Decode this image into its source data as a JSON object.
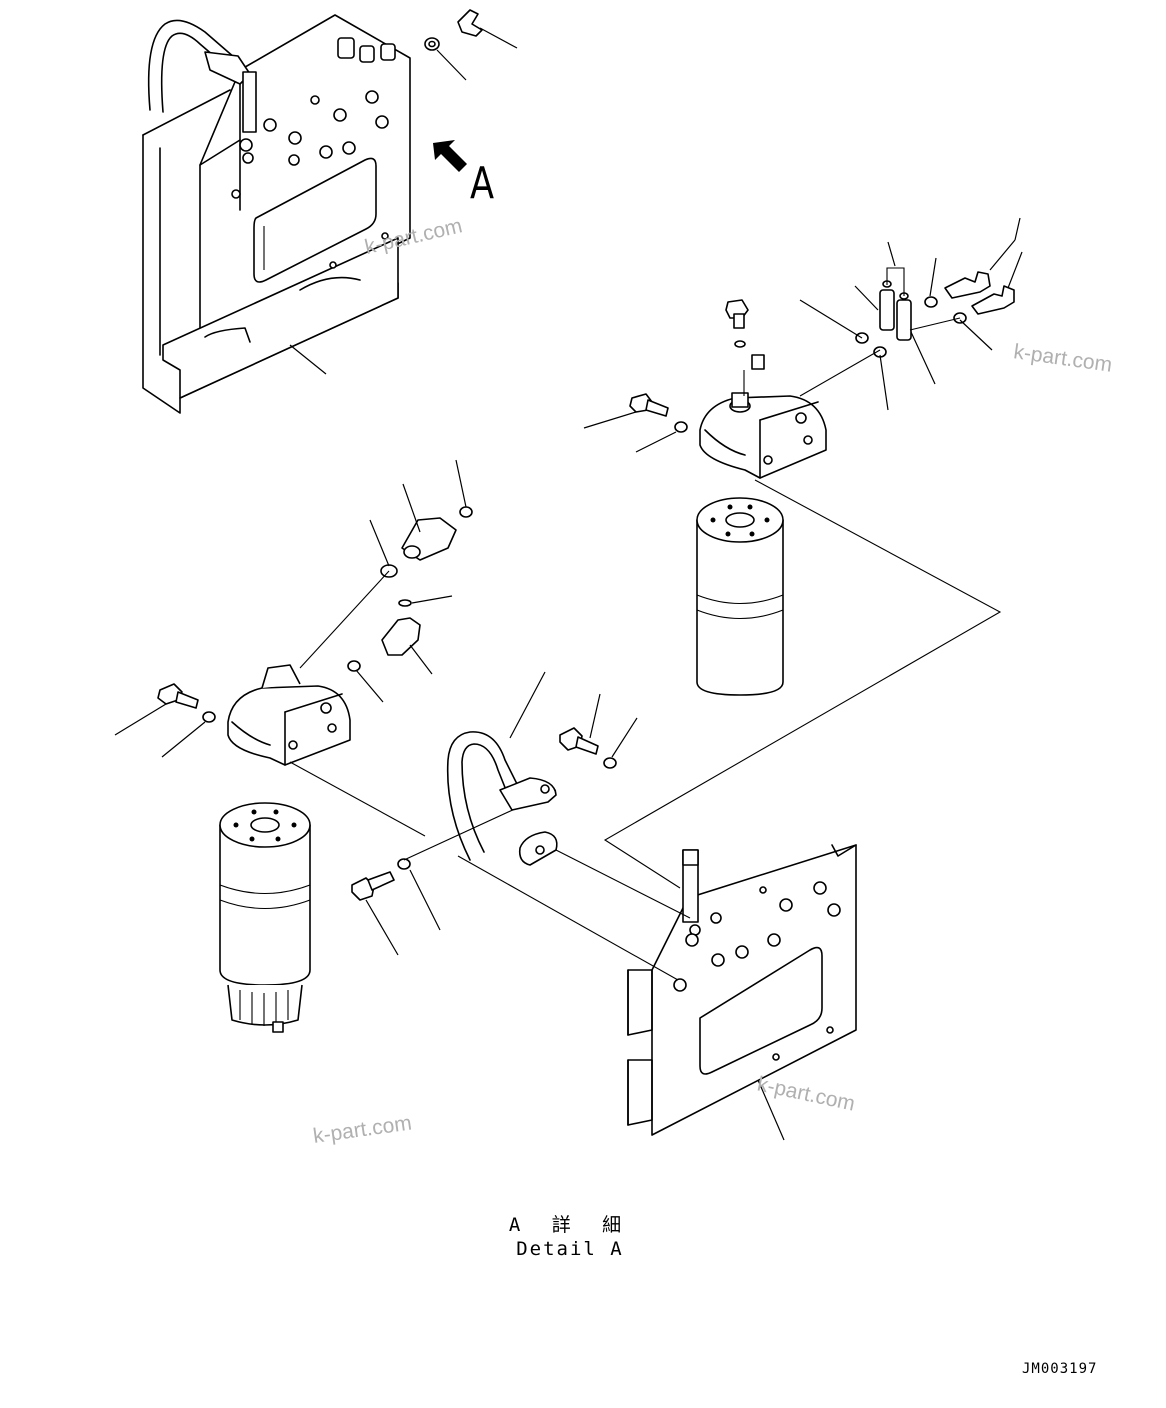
{
  "view_label": "A",
  "watermarks": [
    "k-part.com",
    "k-part.com",
    "k-part.com",
    "k-part.com"
  ],
  "caption": {
    "japanese": "A 詳 細",
    "english": "Detail A"
  },
  "drawing_code": "JM003197"
}
